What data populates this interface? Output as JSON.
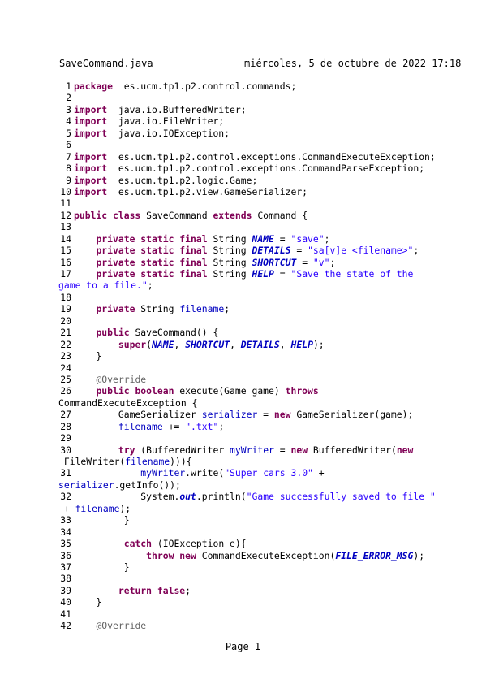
{
  "header": {
    "filename": "SaveCommand.java",
    "date": "miércoles, 5 de octubre de 2022 17:18"
  },
  "footer": {
    "page": "Page 1"
  },
  "colors": {
    "keyword": "#7f0055",
    "string": "#2a00ff",
    "field": "#0000c0",
    "annotation": "#646464"
  },
  "code_lines": [
    {
      "n": "1",
      "t": [
        [
          "kw",
          "package"
        ],
        [
          "",
          "  es.ucm.tp1.p2.control.commands;"
        ]
      ]
    },
    {
      "n": "2",
      "t": []
    },
    {
      "n": "3",
      "t": [
        [
          "kw",
          "import"
        ],
        [
          "",
          "  java.io.BufferedWriter;"
        ]
      ]
    },
    {
      "n": "4",
      "t": [
        [
          "kw",
          "import"
        ],
        [
          "",
          "  java.io.FileWriter;"
        ]
      ]
    },
    {
      "n": "5",
      "t": [
        [
          "kw",
          "import"
        ],
        [
          "",
          "  java.io.IOException;"
        ]
      ]
    },
    {
      "n": "6",
      "t": []
    },
    {
      "n": "7",
      "t": [
        [
          "kw",
          "import"
        ],
        [
          "",
          "  es.ucm.tp1.p2.control.exceptions.CommandExecuteException;"
        ]
      ]
    },
    {
      "n": "8",
      "t": [
        [
          "kw",
          "import"
        ],
        [
          "",
          "  es.ucm.tp1.p2.control.exceptions.CommandParseException;"
        ]
      ]
    },
    {
      "n": "9",
      "t": [
        [
          "kw",
          "import"
        ],
        [
          "",
          "  es.ucm.tp1.p2.logic.Game;"
        ]
      ]
    },
    {
      "n": "10",
      "t": [
        [
          "kw",
          "import"
        ],
        [
          "",
          "  es.ucm.tp1.p2.view.GameSerializer;"
        ]
      ]
    },
    {
      "n": "11",
      "t": []
    },
    {
      "n": "12",
      "t": [
        [
          "kw",
          "public class"
        ],
        [
          "",
          " SaveCommand "
        ],
        [
          "kw",
          "extends"
        ],
        [
          "",
          " Command {"
        ]
      ]
    },
    {
      "n": "13",
      "t": []
    },
    {
      "n": "14",
      "t": [
        [
          "",
          "    "
        ],
        [
          "kw",
          "private static final"
        ],
        [
          "",
          " String "
        ],
        [
          "cst",
          "NAME"
        ],
        [
          "",
          " = "
        ],
        [
          "str",
          "\"save\""
        ],
        [
          "",
          ";"
        ]
      ]
    },
    {
      "n": "15",
      "t": [
        [
          "",
          "    "
        ],
        [
          "kw",
          "private static final"
        ],
        [
          "",
          " String "
        ],
        [
          "cst",
          "DETAILS"
        ],
        [
          "",
          " = "
        ],
        [
          "str",
          "\"sa[v]e <filename>\""
        ],
        [
          "",
          ";"
        ]
      ]
    },
    {
      "n": "16",
      "t": [
        [
          "",
          "    "
        ],
        [
          "kw",
          "private static final"
        ],
        [
          "",
          " String "
        ],
        [
          "cst",
          "SHORTCUT"
        ],
        [
          "",
          " = "
        ],
        [
          "str",
          "\"v\""
        ],
        [
          "",
          ";"
        ]
      ]
    },
    {
      "n": "17",
      "t": [
        [
          "",
          "    "
        ],
        [
          "kw",
          "private static final"
        ],
        [
          "",
          " String "
        ],
        [
          "cst",
          "HELP"
        ],
        [
          "",
          " = "
        ],
        [
          "str",
          "\"Save the state of the"
        ]
      ]
    },
    {
      "n": "",
      "t": [
        [
          "str",
          "game to a file.\""
        ],
        [
          "",
          ";"
        ]
      ]
    },
    {
      "n": "18",
      "t": []
    },
    {
      "n": "19",
      "t": [
        [
          "",
          "    "
        ],
        [
          "kw",
          "private"
        ],
        [
          "",
          " String "
        ],
        [
          "fld",
          "filename"
        ],
        [
          "",
          ";"
        ]
      ]
    },
    {
      "n": "20",
      "t": []
    },
    {
      "n": "21",
      "t": [
        [
          "",
          "    "
        ],
        [
          "kw",
          "public"
        ],
        [
          "",
          " SaveCommand() {"
        ]
      ]
    },
    {
      "n": "22",
      "t": [
        [
          "",
          "        "
        ],
        [
          "kw",
          "super"
        ],
        [
          "",
          "("
        ],
        [
          "cst",
          "NAME"
        ],
        [
          "",
          ", "
        ],
        [
          "cst",
          "SHORTCUT"
        ],
        [
          "",
          ", "
        ],
        [
          "cst",
          "DETAILS"
        ],
        [
          "",
          ", "
        ],
        [
          "cst",
          "HELP"
        ],
        [
          "",
          ");"
        ]
      ]
    },
    {
      "n": "23",
      "t": [
        [
          "",
          "    }"
        ]
      ]
    },
    {
      "n": "24",
      "t": []
    },
    {
      "n": "25",
      "t": [
        [
          "",
          "    "
        ],
        [
          "ann",
          "@Override"
        ]
      ]
    },
    {
      "n": "26",
      "t": [
        [
          "",
          "    "
        ],
        [
          "kw",
          "public boolean"
        ],
        [
          "",
          " execute(Game game) "
        ],
        [
          "kw",
          "throws"
        ]
      ]
    },
    {
      "n": "",
      "t": [
        [
          "",
          "CommandExecuteException {"
        ]
      ]
    },
    {
      "n": "27",
      "t": [
        [
          "",
          "        GameSerializer "
        ],
        [
          "fld",
          "serializer"
        ],
        [
          "",
          " = "
        ],
        [
          "kw",
          "new"
        ],
        [
          "",
          " GameSerializer(game);"
        ]
      ]
    },
    {
      "n": "28",
      "t": [
        [
          "",
          "        "
        ],
        [
          "fld",
          "filename"
        ],
        [
          "",
          " += "
        ],
        [
          "str",
          "\".txt\""
        ],
        [
          "",
          ";"
        ]
      ]
    },
    {
      "n": "29",
      "t": []
    },
    {
      "n": "30",
      "t": [
        [
          "",
          "        "
        ],
        [
          "kw",
          "try"
        ],
        [
          "",
          " (BufferedWriter "
        ],
        [
          "fld",
          "myWriter"
        ],
        [
          "",
          " = "
        ],
        [
          "kw",
          "new"
        ],
        [
          "",
          " BufferedWriter("
        ],
        [
          "kw",
          "new"
        ]
      ]
    },
    {
      "n": "",
      "t": [
        [
          "",
          "",
          " FileWriter("
        ],
        [
          "fld",
          "filename"
        ],
        [
          "",
          "))){"
        ]
      ]
    },
    {
      "n": "31",
      "t": [
        [
          "",
          "            "
        ],
        [
          "fld",
          "myWriter"
        ],
        [
          "",
          ".write("
        ],
        [
          "str",
          "\"Super cars 3.0\""
        ],
        [
          "",
          " +"
        ]
      ]
    },
    {
      "n": "",
      "t": [
        [
          "fld",
          "serializer"
        ],
        [
          "",
          ".getInfo());"
        ]
      ]
    },
    {
      "n": "32",
      "t": [
        [
          "",
          "            System."
        ],
        [
          "cst",
          "out"
        ],
        [
          "",
          ".println("
        ],
        [
          "str",
          "\"Game successfully saved to file \""
        ]
      ]
    },
    {
      "n": "",
      "t": [
        [
          "",
          "",
          " + "
        ],
        [
          "fld",
          "filename"
        ],
        [
          "",
          ");"
        ]
      ]
    },
    {
      "n": "33",
      "t": [
        [
          "",
          "         }"
        ]
      ]
    },
    {
      "n": "34",
      "t": []
    },
    {
      "n": "35",
      "t": [
        [
          "",
          "         "
        ],
        [
          "kw",
          "catch"
        ],
        [
          "",
          " (IOException e){"
        ]
      ]
    },
    {
      "n": "36",
      "t": [
        [
          "",
          "             "
        ],
        [
          "kw",
          "throw new"
        ],
        [
          "",
          " CommandExecuteException("
        ],
        [
          "cst",
          "FILE_ERROR_MSG"
        ],
        [
          "",
          ");"
        ]
      ]
    },
    {
      "n": "37",
      "t": [
        [
          "",
          "         }"
        ]
      ]
    },
    {
      "n": "38",
      "t": []
    },
    {
      "n": "39",
      "t": [
        [
          "",
          "        "
        ],
        [
          "kw",
          "return false"
        ],
        [
          "",
          ";"
        ]
      ]
    },
    {
      "n": "40",
      "t": [
        [
          "",
          "    }"
        ]
      ]
    },
    {
      "n": "41",
      "t": []
    },
    {
      "n": "42",
      "t": [
        [
          "",
          "    "
        ],
        [
          "ann",
          "@Override"
        ]
      ]
    }
  ]
}
